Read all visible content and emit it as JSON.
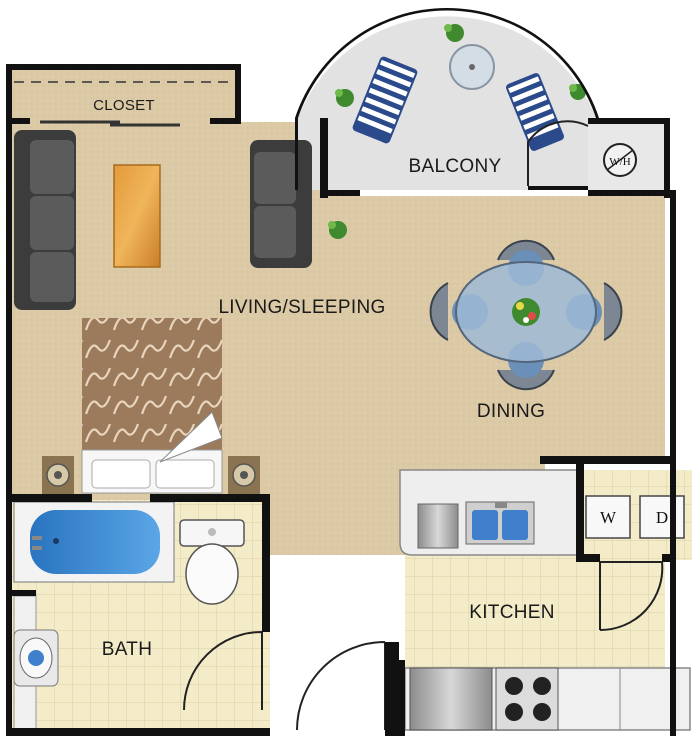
{
  "rooms": {
    "closet": "CLOSET",
    "balcony": "BALCONY",
    "living": "LIVING/SLEEPING",
    "dining": "DINING",
    "kitchen": "KITCHEN",
    "bath": "BATH"
  },
  "appliances": {
    "water_heater": "W/H",
    "washer": "W",
    "dryer": "D"
  },
  "colors": {
    "carpet": "#dccaa6",
    "wall": "#111111",
    "tile": "#f4ecc8",
    "balcony_floor": "#e2e2e2",
    "sofa": "#4a4a4a",
    "tub_water": "#3f8fd6",
    "table_glass": "#9fbad6"
  }
}
